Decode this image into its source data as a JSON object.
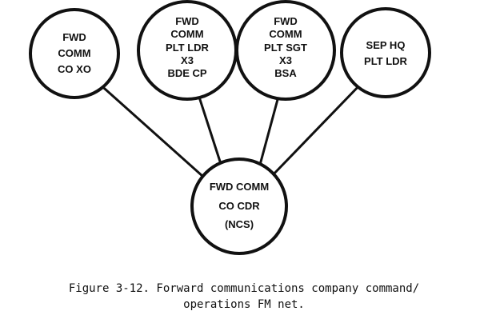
{
  "diagram": {
    "nodes": [
      {
        "id": "fwd-comm-co-xo",
        "lines": [
          "FWD",
          "COMM",
          "CO XO"
        ]
      },
      {
        "id": "fwd-comm-plt-ldr",
        "lines": [
          "FWD",
          "COMM",
          "PLT LDR",
          "X3",
          "BDE CP"
        ]
      },
      {
        "id": "fwd-comm-plt-sgt",
        "lines": [
          "FWD",
          "COMM",
          "PLT SGT",
          "X3",
          "BSA"
        ]
      },
      {
        "id": "sep-hq-plt-ldr",
        "lines": [
          "SEP HQ",
          "PLT LDR"
        ]
      },
      {
        "id": "fwd-comm-co-cdr",
        "lines": [
          "FWD COMM",
          "CO CDR",
          "(NCS)"
        ]
      }
    ],
    "edges": [
      {
        "from": "fwd-comm-co-xo",
        "to": "fwd-comm-co-cdr"
      },
      {
        "from": "fwd-comm-plt-ldr",
        "to": "fwd-comm-co-cdr"
      },
      {
        "from": "fwd-comm-plt-sgt",
        "to": "fwd-comm-co-cdr"
      },
      {
        "from": "sep-hq-plt-ldr",
        "to": "fwd-comm-co-cdr"
      }
    ]
  },
  "caption": {
    "line1": "Figure 3-12. Forward communications company command/",
    "line2": "operations FM net."
  }
}
